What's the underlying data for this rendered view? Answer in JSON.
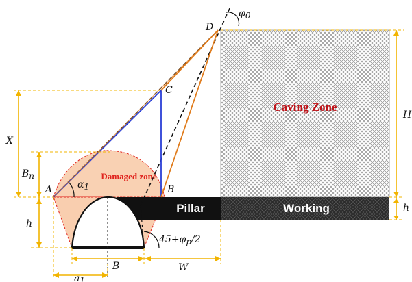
{
  "zones": {
    "caving": "Caving Zone",
    "damaged": "Damaged zone",
    "pillar": "Pillar",
    "working": "Working"
  },
  "points": {
    "A": "A",
    "B": "B",
    "C": "C",
    "D": "D"
  },
  "angles": {
    "alpha1": "α",
    "alpha1_sub": "1",
    "phi0": "φ",
    "phi0_sub": "0",
    "shear": "45+φ",
    "shear_sub": "p",
    "shear_tail": "/2"
  },
  "dimensions": {
    "X": "X",
    "Bn": "B",
    "Bn_sub": "n",
    "h_left": "h",
    "H": "H",
    "h_right": "h",
    "B": "B",
    "W": "W",
    "a1": "a",
    "a1_sub": "1"
  },
  "colors": {
    "caving_hatch": "#7a7a7a",
    "damaged_fill": "#f8c9a6",
    "damaged_outline": "#e0241e",
    "line_AC": "#2a3fd6",
    "line_BD": "#e07b1b",
    "dimension": "#f2b400",
    "band": "#111111"
  }
}
